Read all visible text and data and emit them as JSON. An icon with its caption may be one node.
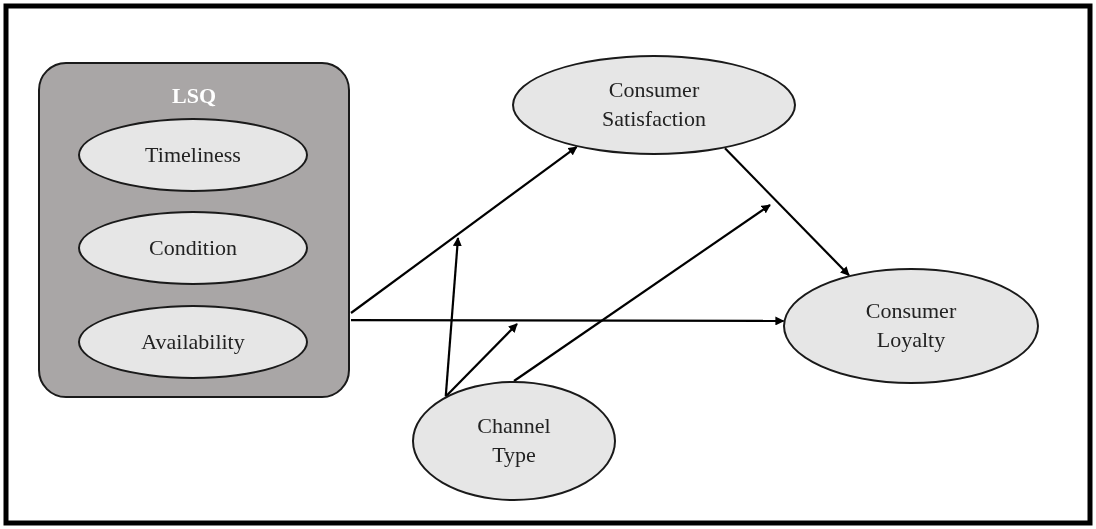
{
  "diagram": {
    "nodes": [
      {
        "text": [
          "LSQ"
        ]
      },
      {
        "text": [
          "Timeliness"
        ],
        "in": 0
      },
      {
        "text": [
          "Condition"
        ],
        "in": 0
      },
      {
        "text": [
          "Availability"
        ],
        "in": 0
      },
      {
        "text": [
          "Consumer Satisfaction"
        ]
      },
      {
        "text": [
          "Consumer Loyalty"
        ]
      },
      {
        "text": [
          "Channel Type"
        ]
      }
    ],
    "edges": [
      {
        "from": 0,
        "to": 4,
        "arrow": "to"
      },
      {
        "from": 0,
        "to": 5,
        "arrow": "to"
      },
      {
        "from": 4,
        "to": 5,
        "arrow": "to"
      },
      {
        "from": 6,
        "to": null,
        "arrow": "to"
      },
      {
        "from": 6,
        "to": null,
        "arrow": "to"
      },
      {
        "from": 6,
        "to": null,
        "arrow": "to"
      }
    ]
  }
}
